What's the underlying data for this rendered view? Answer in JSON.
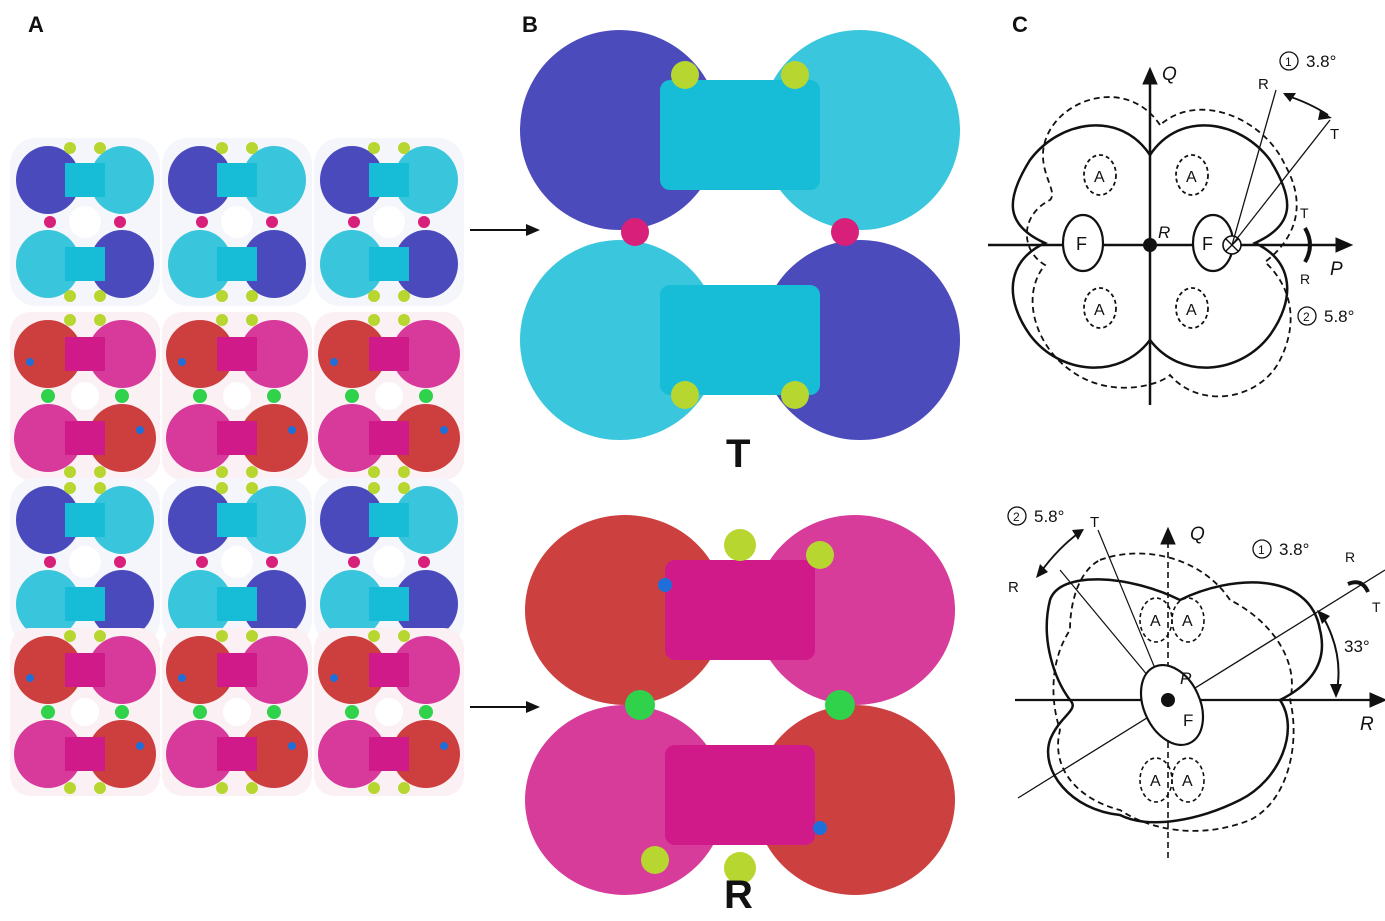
{
  "panels": {
    "a": "A",
    "b": "B",
    "c": "C"
  },
  "states": {
    "t": "T",
    "r": "R"
  },
  "diagram_top": {
    "q_axis": "Q",
    "p_axis": "P",
    "center": "R",
    "f_left": "F",
    "f_right": "F",
    "a_labels": [
      "A",
      "A",
      "A",
      "A"
    ],
    "rot1_num": "1",
    "rot1_value": "3.8°",
    "rot1_r": "R",
    "rot1_t": "T",
    "rot2_num": "2",
    "rot2_value": "5.8°",
    "rot2_t": "T",
    "rot2_r": "R"
  },
  "diagram_bottom": {
    "q_axis": "Q",
    "r_axis": "R",
    "center": "P",
    "f_label": "F",
    "a_labels": [
      "A",
      "A",
      "A",
      "A"
    ],
    "rot2_num": "2",
    "rot2_value": "5.8°",
    "rot2_t": "T",
    "rot2_r": "R",
    "rot1_num": "1",
    "rot1_value": "3.8°",
    "rot1_r": "R",
    "rot1_t": "T",
    "angle": "33°"
  },
  "colors": {
    "t_chain_a": "#2b2bb0",
    "t_chain_b": "#17bcd6",
    "r_chain_a": "#c41e1e",
    "r_chain_b": "#d01a8a",
    "ligand_yellow": "#b8d630",
    "ligand_magenta": "#d81f7a",
    "ligand_green": "#2fd24a",
    "ligand_blue": "#1e6fd8"
  }
}
